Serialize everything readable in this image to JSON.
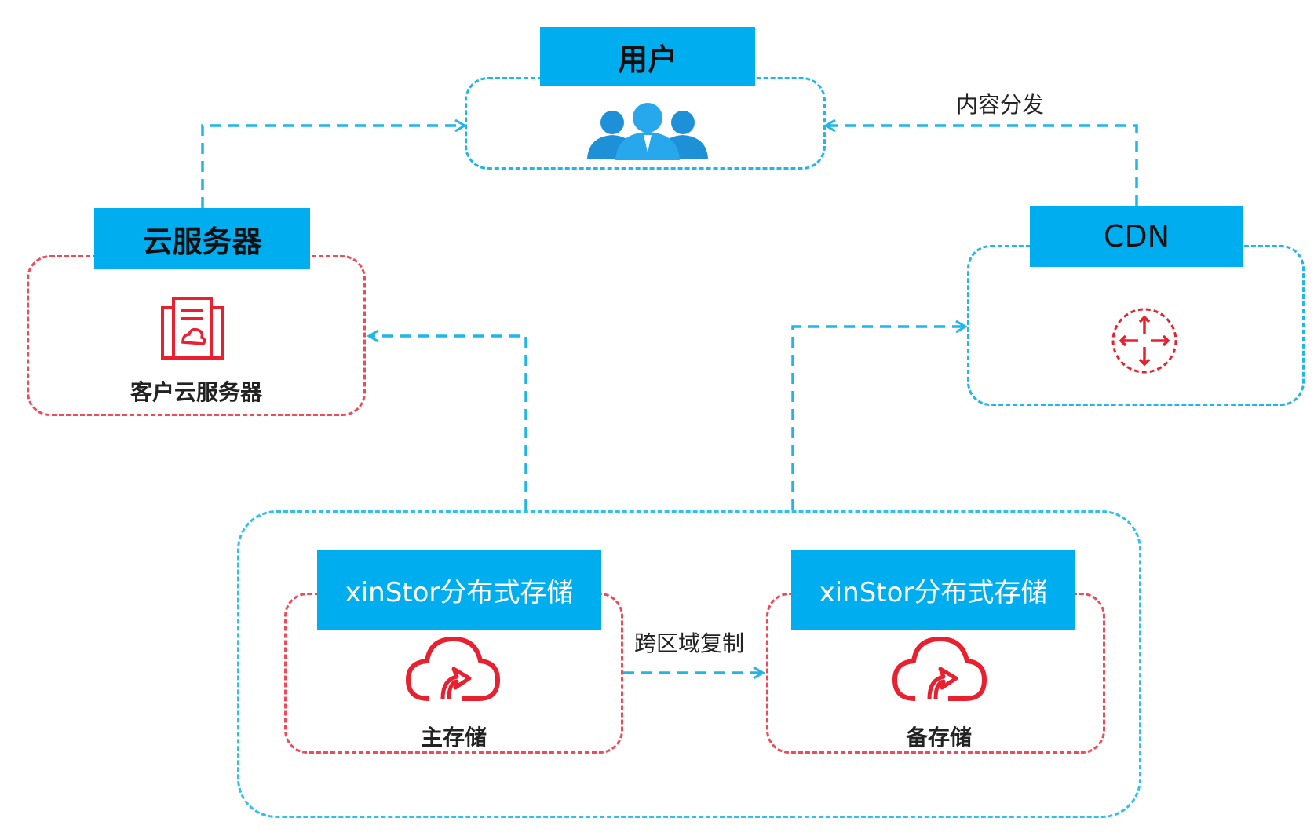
{
  "nodes": {
    "user": {
      "title": "用户"
    },
    "cloud_server": {
      "title": "云服务器",
      "caption": "客户云服务器"
    },
    "cdn": {
      "title": "CDN"
    },
    "primary_storage": {
      "title": "xinStor分布式存储",
      "caption": "主存储"
    },
    "backup_storage": {
      "title": "xinStor分布式存储",
      "caption": "备存储"
    }
  },
  "edges": {
    "content_distribution": "内容分发",
    "cross_region_replication": "跨区域复制"
  },
  "icons": {
    "user": "users-group-icon",
    "cloud_server": "server-icon",
    "cdn": "network-router-icon",
    "primary_storage": "cloud-upload-icon",
    "backup_storage": "cloud-upload-icon"
  },
  "colors": {
    "accent_blue": "#00adef",
    "dash_blue": "#1fb6ea",
    "dash_red": "#ef4a5a",
    "icon_red": "#e8202f"
  }
}
